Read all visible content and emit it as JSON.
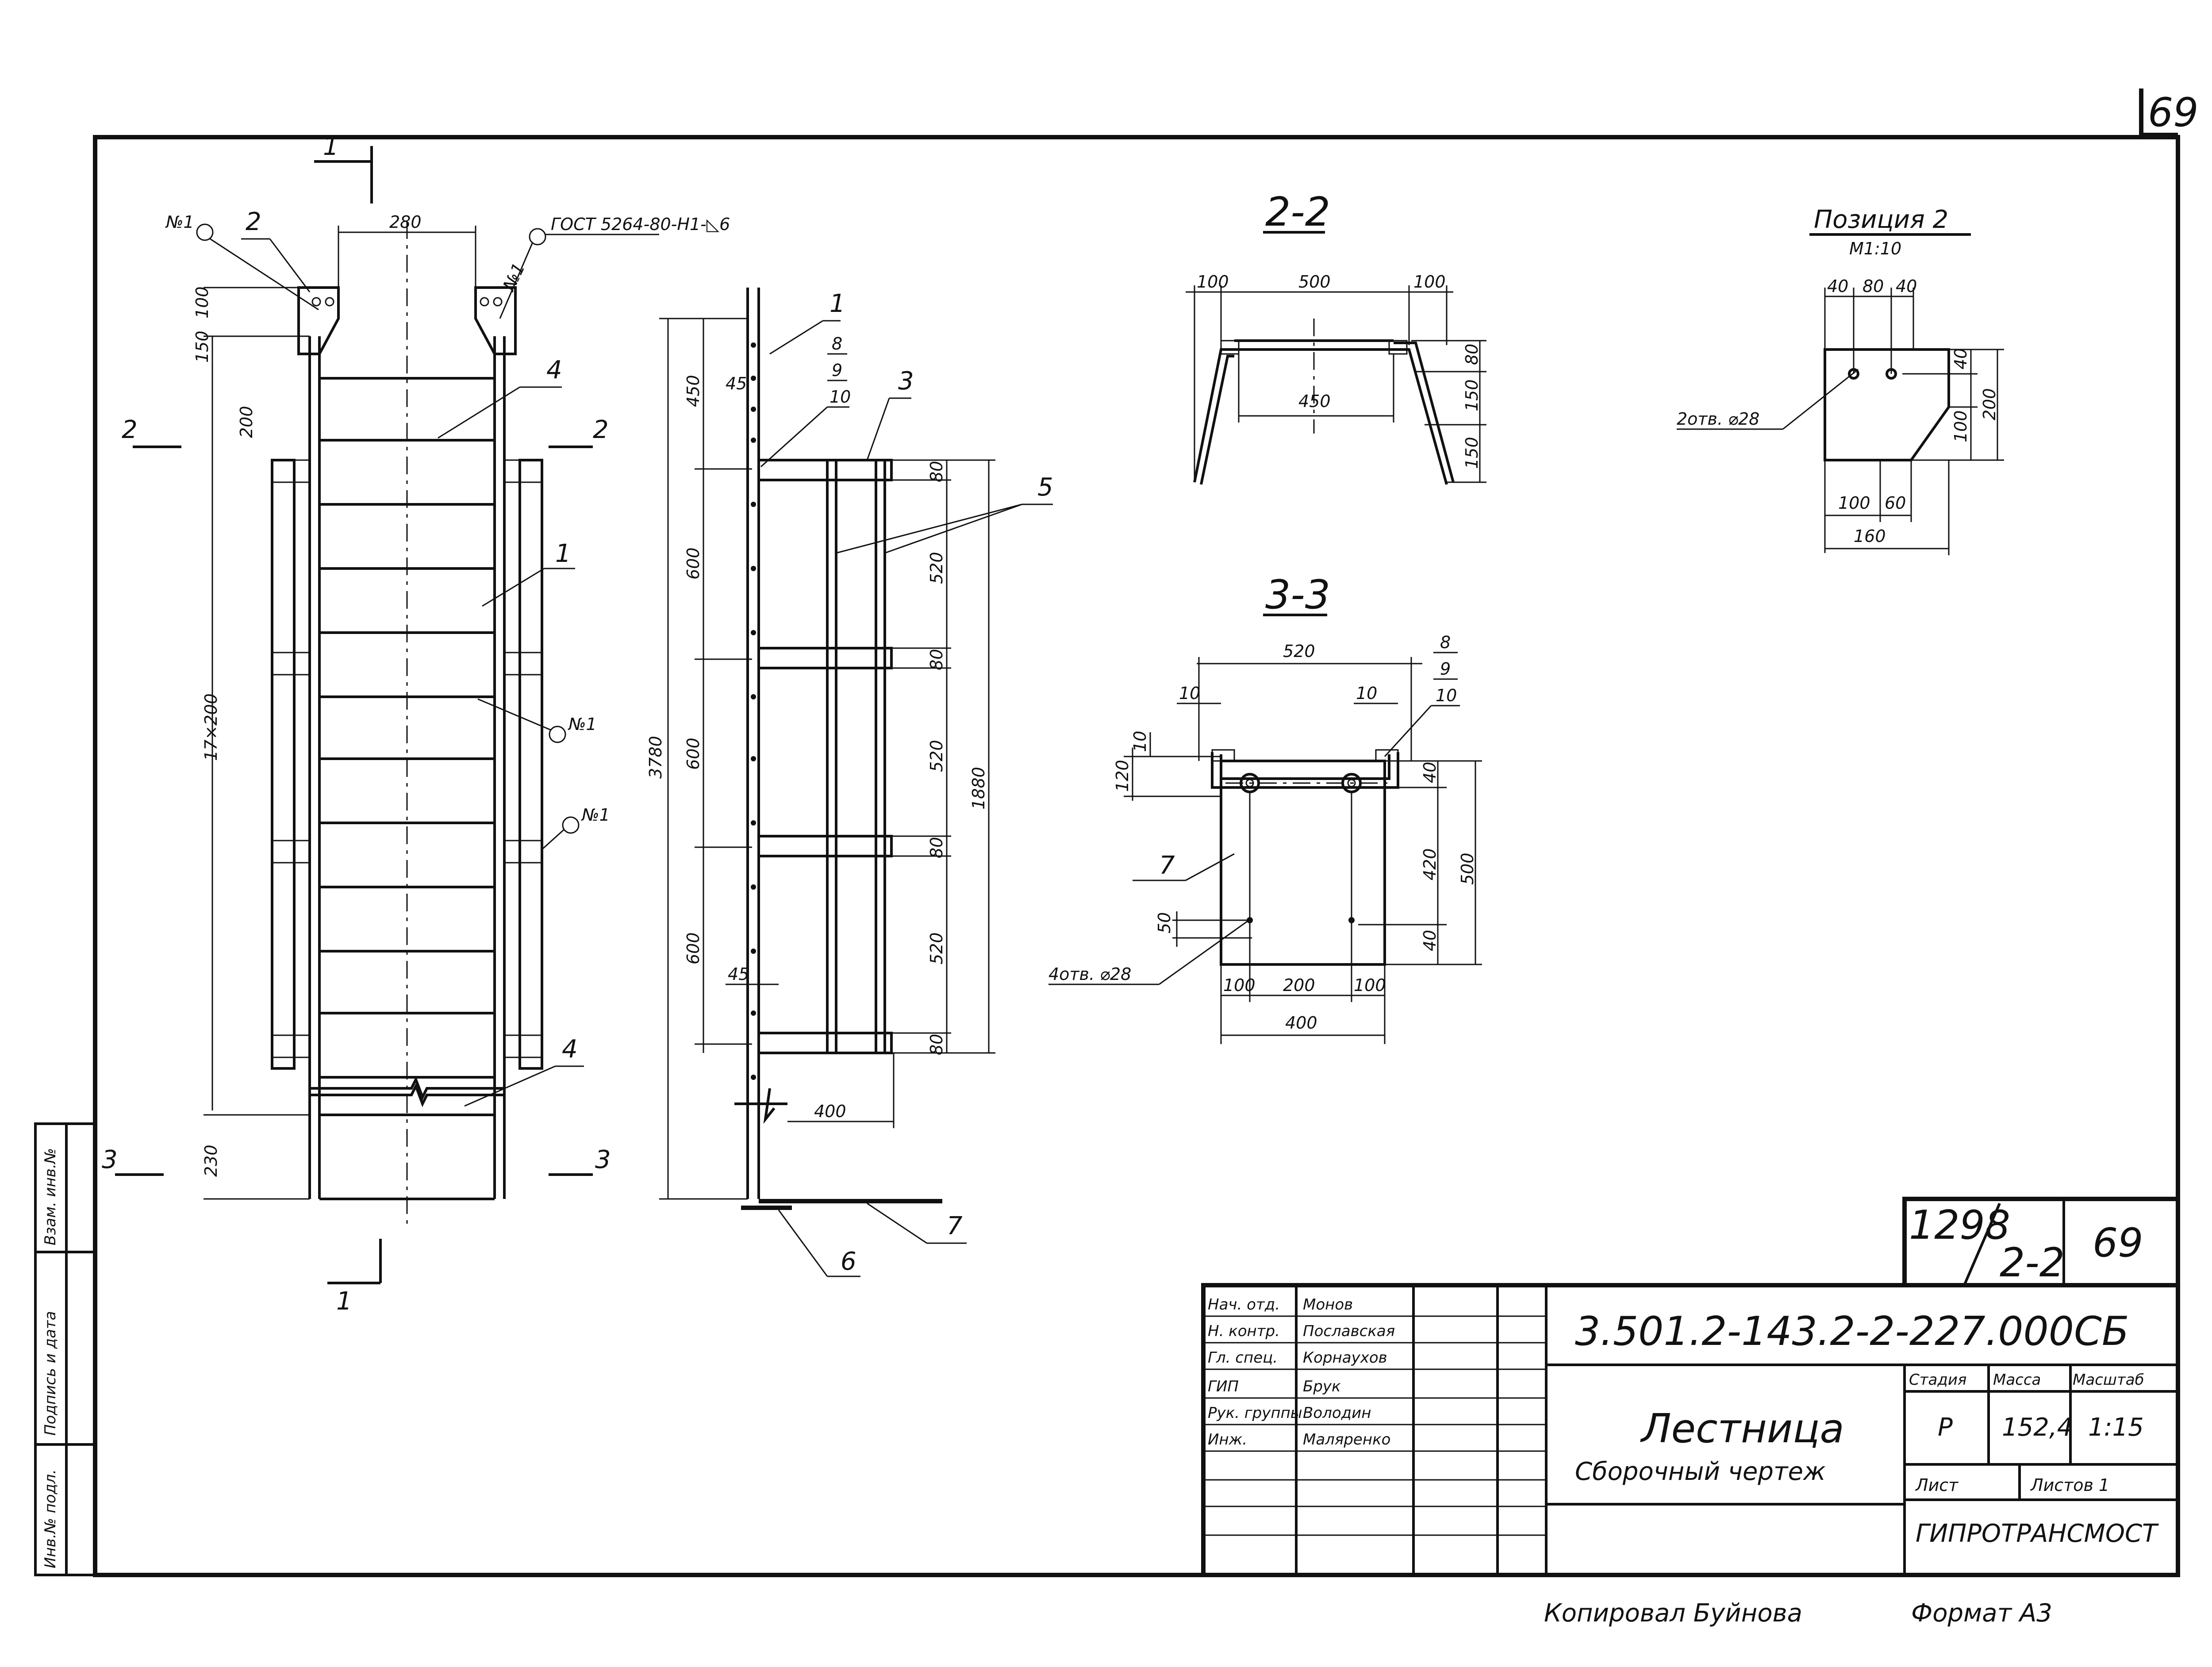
{
  "sheet": {
    "corner_number": "69",
    "sheet_code": "1298",
    "sheet_sub": "2-2",
    "sheet_no": "69",
    "copied_by": "Копировал Буйнова",
    "format": "Формат А3"
  },
  "side_stamp": [
    "Инв.№ подл.",
    "Подпись и дата",
    "Взам. инв.№"
  ],
  "title_block": {
    "designation": "3.501.2-143.2-2-227.000СБ",
    "title_line1": "Лестница",
    "title_line2": "Сборочный чертеж",
    "col_stage": "Стадия",
    "col_mass": "Масса",
    "col_scale": "Масштаб",
    "stage": "Р",
    "mass": "152,4",
    "scale": "1:15",
    "sheet_label": "Лист",
    "sheets_label": "Листов 1",
    "organization": "ГИПРОТРАНСМОСТ",
    "staff": [
      {
        "role": "Нач. отд.",
        "name": "Монов"
      },
      {
        "role": "Н. контр.",
        "name": "Пославская"
      },
      {
        "role": "Гл. спец.",
        "name": "Корнаухов"
      },
      {
        "role": "ГИП",
        "name": "Брук"
      },
      {
        "role": "Рук. группы",
        "name": "Володин"
      },
      {
        "role": "Инж.",
        "name": "Маляренко"
      }
    ]
  },
  "front_view": {
    "section_1": "1",
    "section_2": "2",
    "section_3": "3",
    "weld_note": "ГОСТ 5264-80-Н1-◺6",
    "weld_mark": "№1",
    "pos_2": "2",
    "pos_4": "4",
    "pos_1": "1",
    "dim_280": "280",
    "dim_100": "100",
    "dim_150": "150",
    "dim_200": "200",
    "dim_17x200": "17×200",
    "dim_230": "230"
  },
  "side_view": {
    "pos_1": "1",
    "pos_3": "3",
    "pos_5": "5",
    "pos_6": "6",
    "pos_7": "7",
    "pos_8": "8",
    "pos_9": "9",
    "pos_10": "10",
    "dim_3780": "3780",
    "dim_450": "450",
    "dim_45": "45",
    "dim_600": "600",
    "dim_80": "80",
    "dim_520": "520",
    "dim_1880": "1880",
    "dim_400": "400"
  },
  "section_2_2": {
    "title": "2-2",
    "dim_100": "100",
    "dim_500": "500",
    "dim_450": "450",
    "dim_80": "80",
    "dim_150": "150"
  },
  "section_3_3": {
    "title": "3-3",
    "dim_520": "520",
    "dim_10": "10",
    "dim_120": "120",
    "dim_40": "40",
    "dim_420": "420",
    "dim_500": "500",
    "dim_50": "50",
    "dim_100": "100",
    "dim_200": "200",
    "dim_400": "400",
    "pos_7": "7",
    "pos_8": "8",
    "pos_9": "9",
    "pos_10": "10",
    "holes": "4отв. ⌀28"
  },
  "position_2": {
    "title": "Позиция 2",
    "scale": "М1:10",
    "dim_40": "40",
    "dim_80": "80",
    "dim_200": "200",
    "dim_100": "100",
    "dim_60": "60",
    "dim_160": "160",
    "holes": "2отв. ⌀28"
  }
}
